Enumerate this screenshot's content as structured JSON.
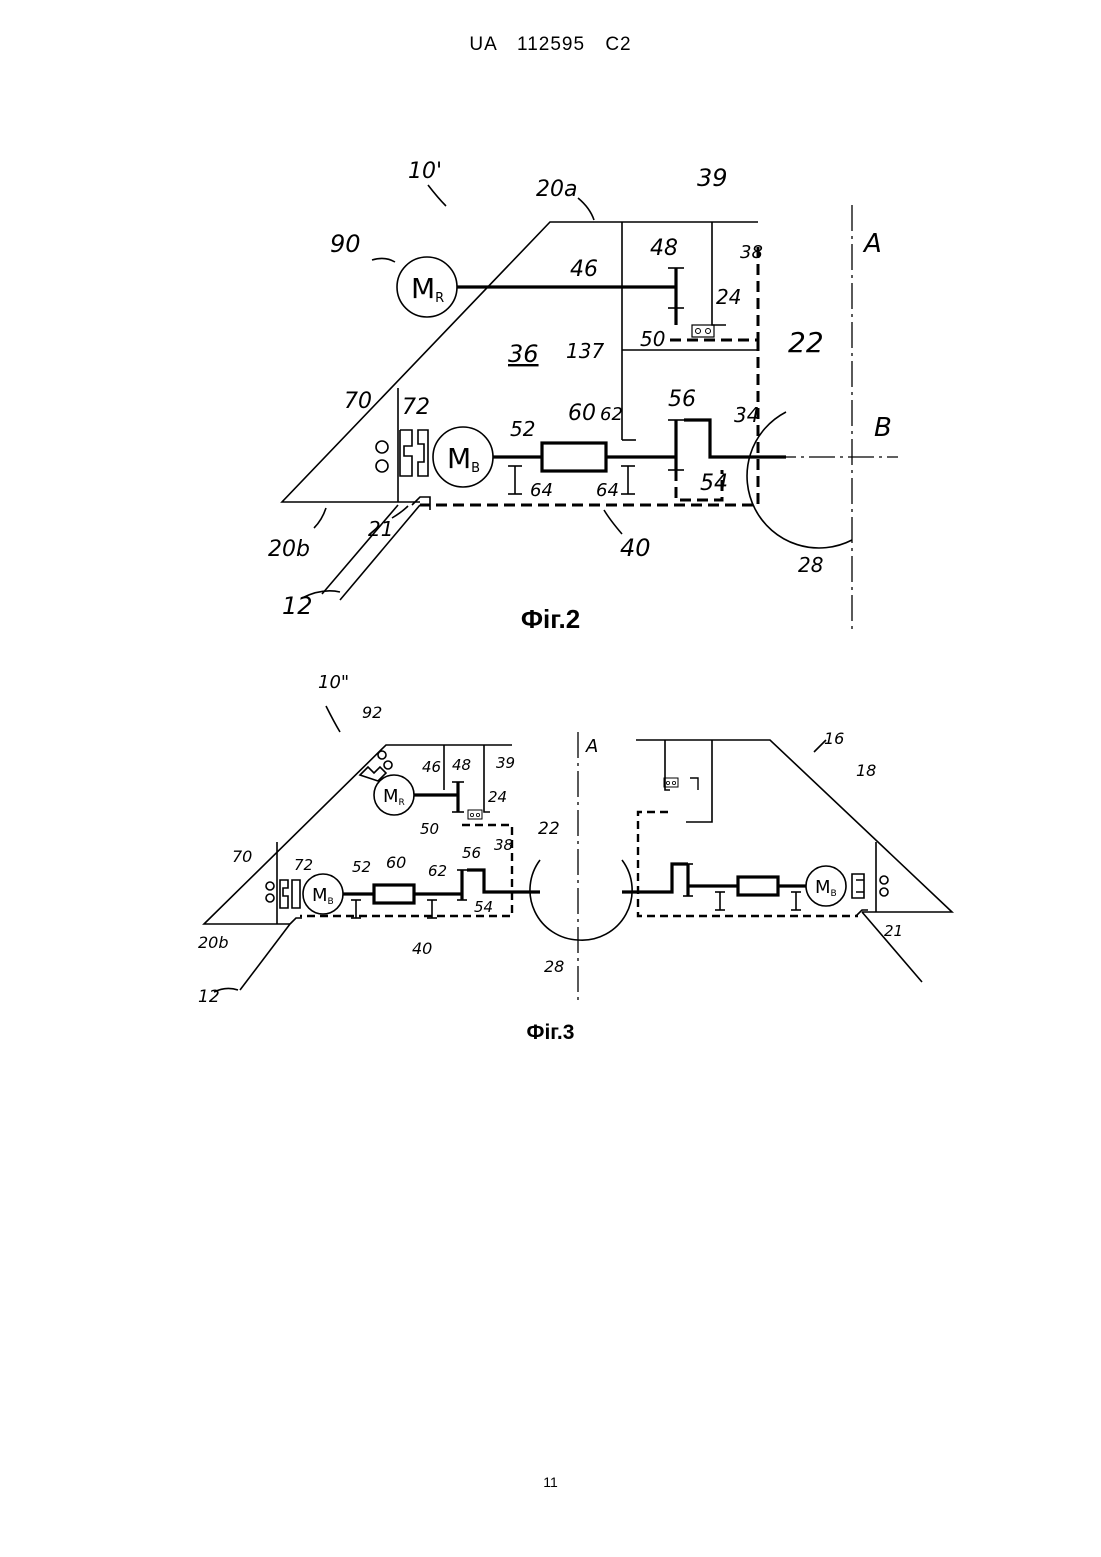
{
  "header": {
    "country": "UA",
    "number": "112595",
    "kind": "C2"
  },
  "fig2": {
    "caption": "Фіг.2",
    "motor_r": "M",
    "motor_r_sub": "R",
    "motor_b": "M",
    "motor_b_sub": "B",
    "labels": {
      "l10": "10'",
      "l20a": "20a",
      "l39": "39",
      "l90": "90",
      "l48": "48",
      "l38": "38",
      "lA": "A",
      "l46": "46",
      "l24": "24",
      "l50": "50",
      "l36": "36",
      "l137": "137",
      "l22": "22",
      "l70": "70",
      "l72": "72",
      "l52": "52",
      "l60": "60",
      "l62": "62",
      "l56": "56",
      "l34": "34",
      "lB": "B",
      "l54": "54",
      "l64a": "64",
      "l64b": "64",
      "l20b": "20b",
      "l21": "21",
      "l40": "40",
      "l28": "28",
      "l12": "12"
    }
  },
  "fig3": {
    "caption": "Фіг.3",
    "motor_r": "M",
    "motor_r_sub": "R",
    "motor_b": "M",
    "motor_b_sub": "B",
    "motor_b_right": "M",
    "motor_b_right_sub": "B",
    "labels": {
      "l10": "10\"",
      "l92": "92",
      "l46": "46",
      "l48": "48",
      "l39": "39",
      "lA": "A",
      "l16": "16",
      "l24": "24",
      "l18": "18",
      "l50": "50",
      "l22": "22",
      "l38": "38",
      "l70": "70",
      "l72": "72",
      "l52": "52",
      "l60": "60",
      "l62": "62",
      "l56": "56",
      "l54": "54",
      "l20b": "20b",
      "l40": "40",
      "l28": "28",
      "l21": "21",
      "l12": "12"
    }
  },
  "page_number": "11"
}
